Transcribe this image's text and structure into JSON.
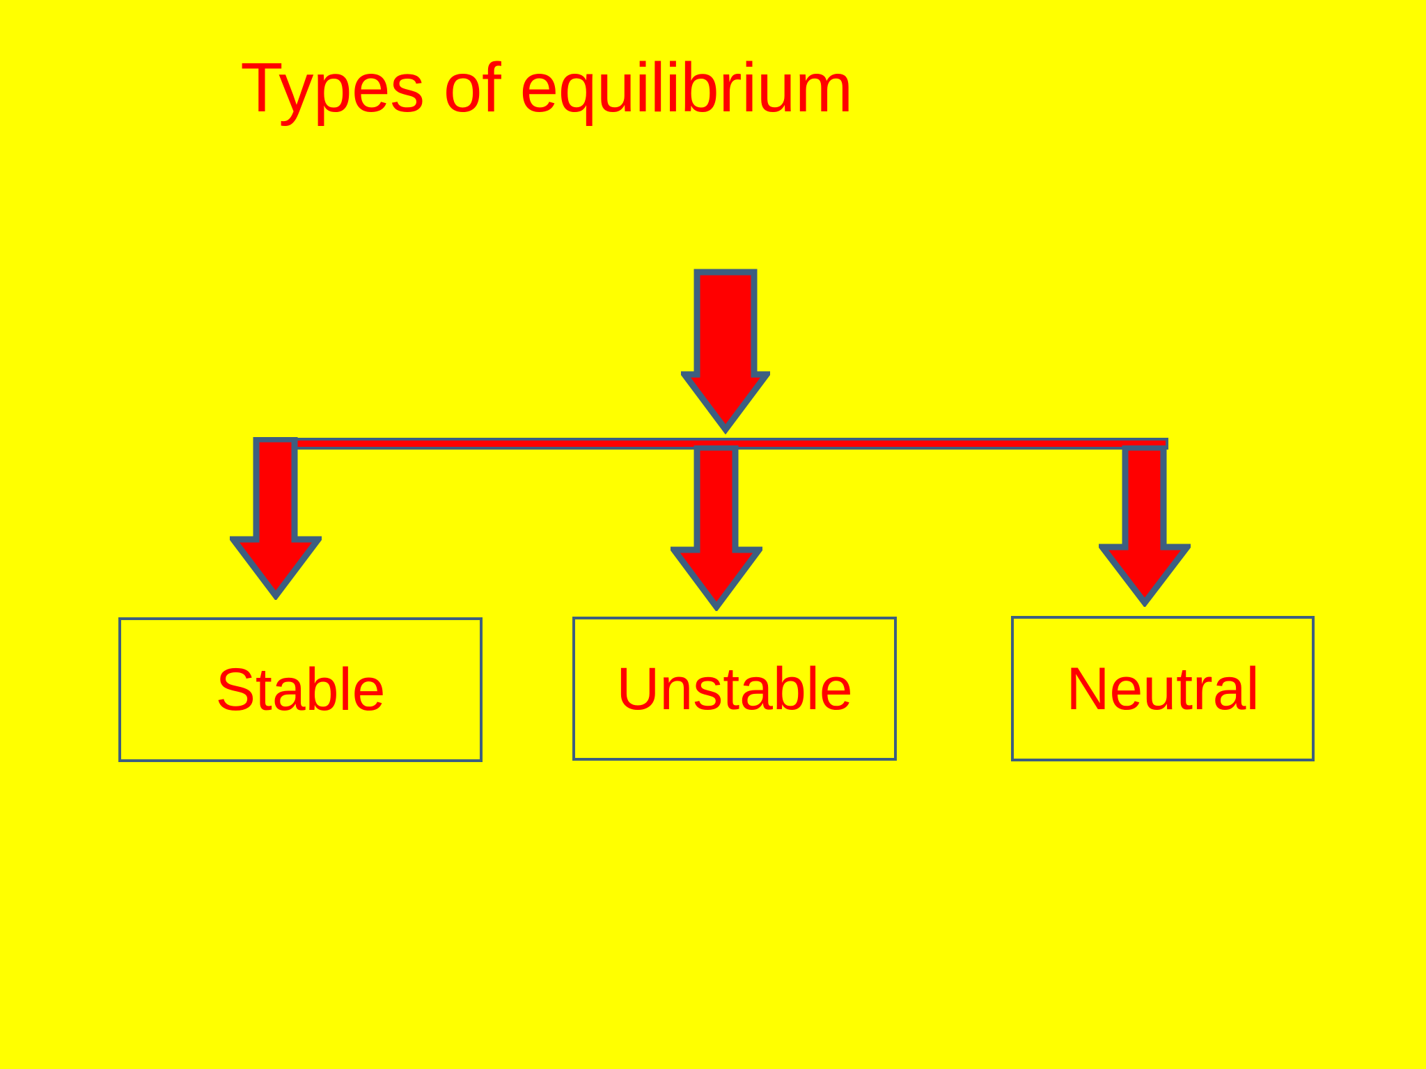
{
  "slide": {
    "background_color": "#ffff00",
    "title": "Types of equilibrium",
    "title_color": "#ff0000",
    "accent_outline_color": "#3d5f80",
    "arrow_fill_color": "#ff0000"
  },
  "diagram": {
    "input_arrow": {
      "name": "input-arrow",
      "direction": "down"
    },
    "connector": {
      "name": "horizontal-connector-bar"
    },
    "branch_arrows": [
      {
        "name": "branch-arrow-stable",
        "direction": "down"
      },
      {
        "name": "branch-arrow-unstable",
        "direction": "down"
      },
      {
        "name": "branch-arrow-neutral",
        "direction": "down"
      }
    ],
    "boxes": [
      {
        "id": "stable",
        "label": "Stable"
      },
      {
        "id": "unstable",
        "label": "Unstable"
      },
      {
        "id": "neutral",
        "label": "Neutral"
      }
    ]
  }
}
